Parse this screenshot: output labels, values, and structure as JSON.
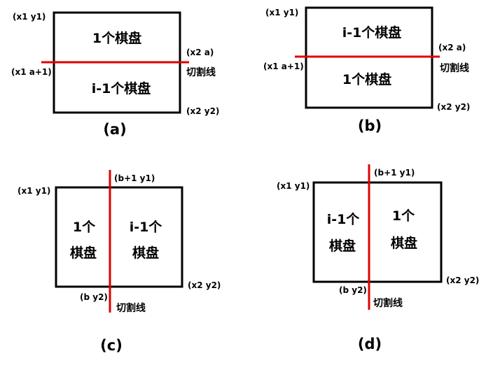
{
  "colors": {
    "cut_line": "#e00000",
    "board_border": "#000000",
    "text": "#000000"
  },
  "panels": {
    "a": {
      "caption": "(a)",
      "corner_top_left": "(x1 y1)",
      "cut_left": "(x1 a+1)",
      "cut_right": "(x2 a)",
      "corner_bottom_right": "(x2 y2)",
      "top_region": "1个棋盘",
      "bottom_region": "i-1个棋盘",
      "cut_label": "切割线"
    },
    "b": {
      "caption": "(b)",
      "corner_top_left": "(x1 y1)",
      "cut_left": "(x1 a+1)",
      "cut_right": "(x2 a)",
      "corner_bottom_right": "(x2 y2)",
      "top_region": "i-1个棋盘",
      "bottom_region": "1个棋盘",
      "cut_label": "切割线"
    },
    "c": {
      "caption": "(c)",
      "corner_top_left": "(x1 y1)",
      "cut_top": "(b+1 y1)",
      "cut_bottom": "(b y2)",
      "corner_bottom_right": "(x2 y2)",
      "left_region_line1": "1个",
      "left_region_line2": "棋盘",
      "right_region_line1": "i-1个",
      "right_region_line2": "棋盘",
      "cut_label": "切割线"
    },
    "d": {
      "caption": "(d)",
      "corner_top_left": "(x1 y1)",
      "cut_top": "(b+1 y1)",
      "cut_bottom": "(b y2)",
      "corner_bottom_right": "(x2 y2)",
      "left_region_line1": "i-1个",
      "left_region_line2": "棋盘",
      "right_region_line1": "1个",
      "right_region_line2": "棋盘",
      "cut_label": "切割线"
    }
  }
}
